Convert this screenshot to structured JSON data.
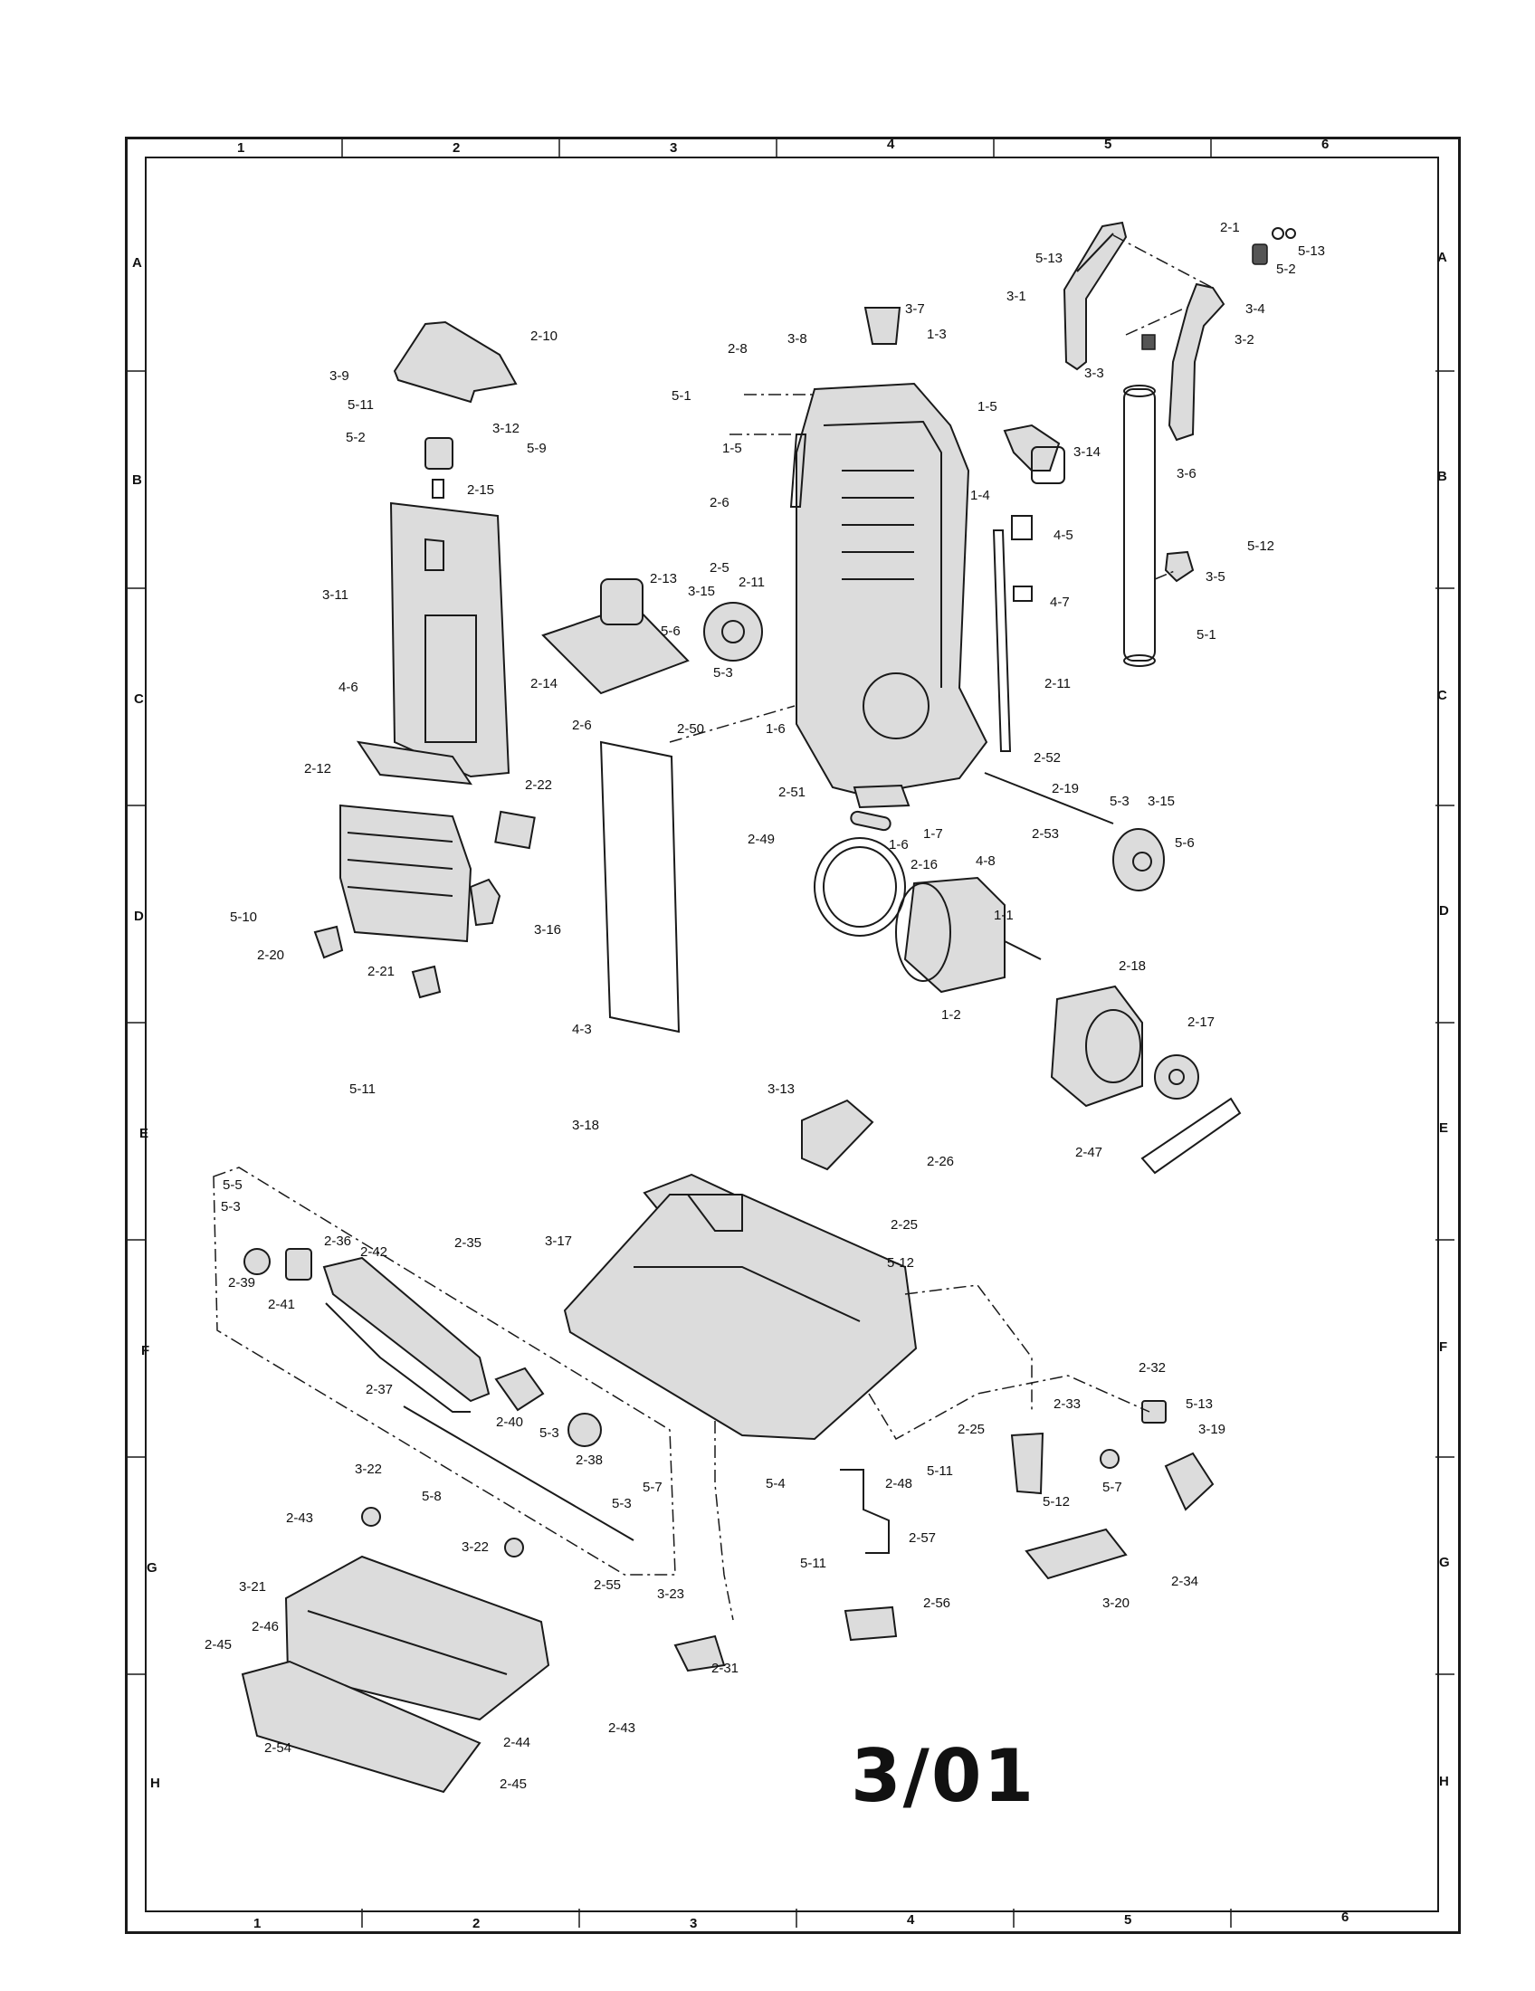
{
  "zones": {
    "columns": [
      "1",
      "2",
      "3",
      "4",
      "5",
      "6"
    ],
    "rows": [
      "A",
      "B",
      "C",
      "D",
      "E",
      "F",
      "G",
      "H"
    ]
  },
  "date_stamp": "3/01",
  "callouts": [
    {
      "id": "c1",
      "label": "2-1"
    },
    {
      "id": "c2",
      "label": "5-13"
    },
    {
      "id": "c3",
      "label": "5-13"
    },
    {
      "id": "c4",
      "label": "3-1"
    },
    {
      "id": "c5",
      "label": "3-4"
    },
    {
      "id": "c6",
      "label": "5-2"
    },
    {
      "id": "c7",
      "label": "3-2"
    },
    {
      "id": "c8",
      "label": "3-3"
    },
    {
      "id": "c9",
      "label": "3-7"
    },
    {
      "id": "c10",
      "label": "2-8"
    },
    {
      "id": "c11",
      "label": "3-8"
    },
    {
      "id": "c12",
      "label": "1-3"
    },
    {
      "id": "c13",
      "label": "1-5"
    },
    {
      "id": "c14",
      "label": "5-1"
    },
    {
      "id": "c15",
      "label": "1-5"
    },
    {
      "id": "c16",
      "label": "3-14"
    },
    {
      "id": "c17",
      "label": "3-6"
    },
    {
      "id": "c18",
      "label": "2-10"
    },
    {
      "id": "c19",
      "label": "3-9"
    },
    {
      "id": "c20",
      "label": "5-11"
    },
    {
      "id": "c21",
      "label": "5-2"
    },
    {
      "id": "c22",
      "label": "3-12"
    },
    {
      "id": "c23",
      "label": "5-9"
    },
    {
      "id": "c24",
      "label": "2-15"
    },
    {
      "id": "c25",
      "label": "2-6"
    },
    {
      "id": "c26",
      "label": "1-4"
    },
    {
      "id": "c27",
      "label": "4-5"
    },
    {
      "id": "c28",
      "label": "5-12"
    },
    {
      "id": "c29",
      "label": "2-5"
    },
    {
      "id": "c30",
      "label": "3-5"
    },
    {
      "id": "c31",
      "label": "3-11"
    },
    {
      "id": "c32",
      "label": "2-13"
    },
    {
      "id": "c33",
      "label": "2-11"
    },
    {
      "id": "c34",
      "label": "3-15"
    },
    {
      "id": "c35",
      "label": "4-7"
    },
    {
      "id": "c36",
      "label": "5-6"
    },
    {
      "id": "c37",
      "label": "5-1"
    },
    {
      "id": "c38",
      "label": "2-14"
    },
    {
      "id": "c39",
      "label": "5-3"
    },
    {
      "id": "c40",
      "label": "4-6"
    },
    {
      "id": "c41",
      "label": "2-11"
    },
    {
      "id": "c42",
      "label": "2-6"
    },
    {
      "id": "c43",
      "label": "2-50"
    },
    {
      "id": "c44",
      "label": "1-6"
    },
    {
      "id": "c45",
      "label": "2-12"
    },
    {
      "id": "c46",
      "label": "2-52"
    },
    {
      "id": "c47",
      "label": "2-22"
    },
    {
      "id": "c48",
      "label": "2-51"
    },
    {
      "id": "c49",
      "label": "2-19"
    },
    {
      "id": "c50",
      "label": "5-3"
    },
    {
      "id": "c51",
      "label": "3-15"
    },
    {
      "id": "c52",
      "label": "1-7"
    },
    {
      "id": "c53",
      "label": "2-53"
    },
    {
      "id": "c54",
      "label": "2-49"
    },
    {
      "id": "c55",
      "label": "1-6"
    },
    {
      "id": "c56",
      "label": "4-8"
    },
    {
      "id": "c57",
      "label": "5-6"
    },
    {
      "id": "c58",
      "label": "2-16"
    },
    {
      "id": "c59",
      "label": "5-10"
    },
    {
      "id": "c60",
      "label": "3-16"
    },
    {
      "id": "c61",
      "label": "1-1"
    },
    {
      "id": "c62",
      "label": "2-20"
    },
    {
      "id": "c63",
      "label": "2-21"
    },
    {
      "id": "c64",
      "label": "2-18"
    },
    {
      "id": "c65",
      "label": "1-2"
    },
    {
      "id": "c66",
      "label": "4-3"
    },
    {
      "id": "c67",
      "label": "2-17"
    },
    {
      "id": "c68",
      "label": "5-11"
    },
    {
      "id": "c69",
      "label": "3-13"
    },
    {
      "id": "c70",
      "label": "3-18"
    },
    {
      "id": "c71",
      "label": "2-47"
    },
    {
      "id": "c72",
      "label": "2-26"
    },
    {
      "id": "c73",
      "label": "5-5"
    },
    {
      "id": "c74",
      "label": "5-3"
    },
    {
      "id": "c75",
      "label": "2-35"
    },
    {
      "id": "c76",
      "label": "3-17"
    },
    {
      "id": "c77",
      "label": "2-25"
    },
    {
      "id": "c78",
      "label": "2-36"
    },
    {
      "id": "c79",
      "label": "2-42"
    },
    {
      "id": "c80",
      "label": "5-12"
    },
    {
      "id": "c81",
      "label": "2-39"
    },
    {
      "id": "c82",
      "label": "2-41"
    },
    {
      "id": "c83",
      "label": "2-32"
    },
    {
      "id": "c84",
      "label": "2-37"
    },
    {
      "id": "c85",
      "label": "2-40"
    },
    {
      "id": "c86",
      "label": "5-3"
    },
    {
      "id": "c87",
      "label": "2-33"
    },
    {
      "id": "c88",
      "label": "5-13"
    },
    {
      "id": "c89",
      "label": "2-25"
    },
    {
      "id": "c90",
      "label": "3-19"
    },
    {
      "id": "c91",
      "label": "2-38"
    },
    {
      "id": "c92",
      "label": "5-4"
    },
    {
      "id": "c93",
      "label": "5-7"
    },
    {
      "id": "c94",
      "label": "3-22"
    },
    {
      "id": "c95",
      "label": "5-11"
    },
    {
      "id": "c96",
      "label": "2-48"
    },
    {
      "id": "c97",
      "label": "5-12"
    },
    {
      "id": "c98",
      "label": "5-8"
    },
    {
      "id": "c99",
      "label": "5-3"
    },
    {
      "id": "c100",
      "label": "5-7"
    },
    {
      "id": "c101",
      "label": "2-43"
    },
    {
      "id": "c102",
      "label": "3-22"
    },
    {
      "id": "c103",
      "label": "2-57"
    },
    {
      "id": "c104",
      "label": "3-20"
    },
    {
      "id": "c105",
      "label": "2-34"
    },
    {
      "id": "c106",
      "label": "3-21"
    },
    {
      "id": "c107",
      "label": "5-11"
    },
    {
      "id": "c108",
      "label": "2-55"
    },
    {
      "id": "c109",
      "label": "2-56"
    },
    {
      "id": "c110",
      "label": "3-23"
    },
    {
      "id": "c111",
      "label": "2-46"
    },
    {
      "id": "c112",
      "label": "2-31"
    },
    {
      "id": "c113",
      "label": "2-45"
    },
    {
      "id": "c114",
      "label": "2-43"
    },
    {
      "id": "c115",
      "label": "2-54"
    },
    {
      "id": "c116",
      "label": "2-44"
    },
    {
      "id": "c117",
      "label": "2-45"
    }
  ]
}
